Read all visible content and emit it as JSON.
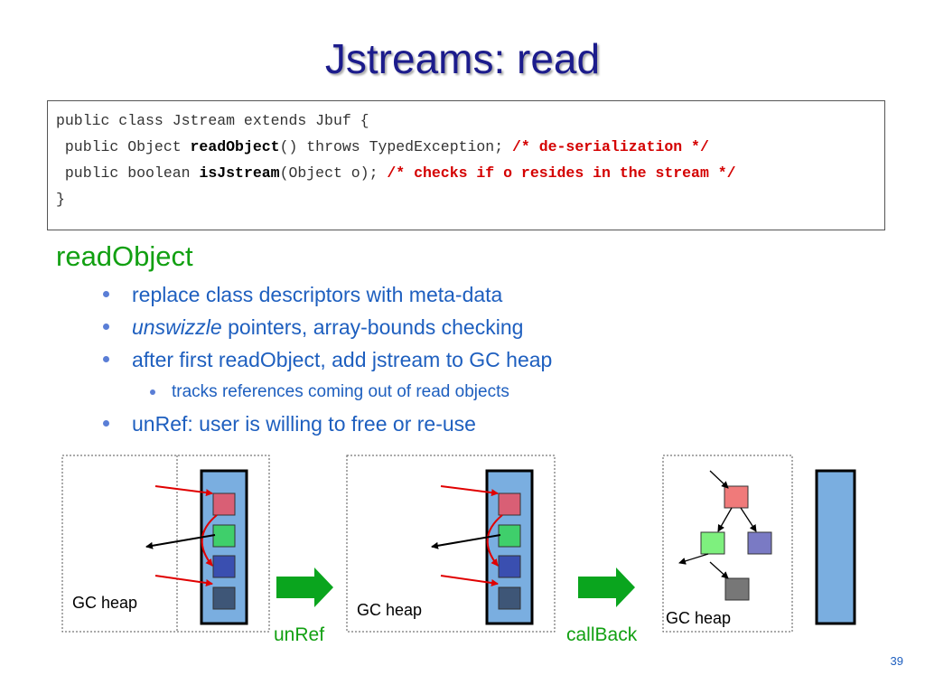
{
  "title": "Jstreams: read",
  "code": {
    "line1": "public class Jstream extends Jbuf {",
    "line2_prefix": " public Object ",
    "line2_method": "readObject",
    "line2_suffix": "() throws TypedException; ",
    "line2_comment": "/* de-serialization */",
    "line3_prefix": " public boolean ",
    "line3_method": "isJstream",
    "line3_suffix": "(Object o); ",
    "line3_comment": "/* checks if o resides in the stream */",
    "line4": "}"
  },
  "section_heading": "readObject",
  "bullets": [
    {
      "text": "replace class descriptors with meta-data"
    },
    {
      "text_italic": "unswizzle",
      "text": " pointers, array-bounds checking"
    },
    {
      "text": "after first readObject, add jstream to GC heap"
    },
    {
      "text": "tracks references coming out of read objects"
    },
    {
      "text": "unRef: user is willing to free or re-use"
    }
  ],
  "diagram": {
    "panels": [
      {
        "heap_label": "GC heap"
      },
      {
        "heap_label": "GC heap"
      },
      {
        "heap_label": "GC heap"
      }
    ],
    "transitions": [
      "unRef",
      "callBack"
    ],
    "colors": {
      "stream_fill": "#7aaee0",
      "stream_border": "#000000",
      "obj_red": "#d95f75",
      "obj_green": "#3fcf6b",
      "obj_blue": "#3a4fb0",
      "obj_slate": "#3e5677",
      "graph_pink": "#f07a7a",
      "graph_green": "#7ef07e",
      "graph_purple": "#7a7ac4",
      "graph_gray": "#777777",
      "ref_arrow": "#e00000",
      "transition_arrow": "#0aa51e"
    }
  },
  "page_number": "39"
}
